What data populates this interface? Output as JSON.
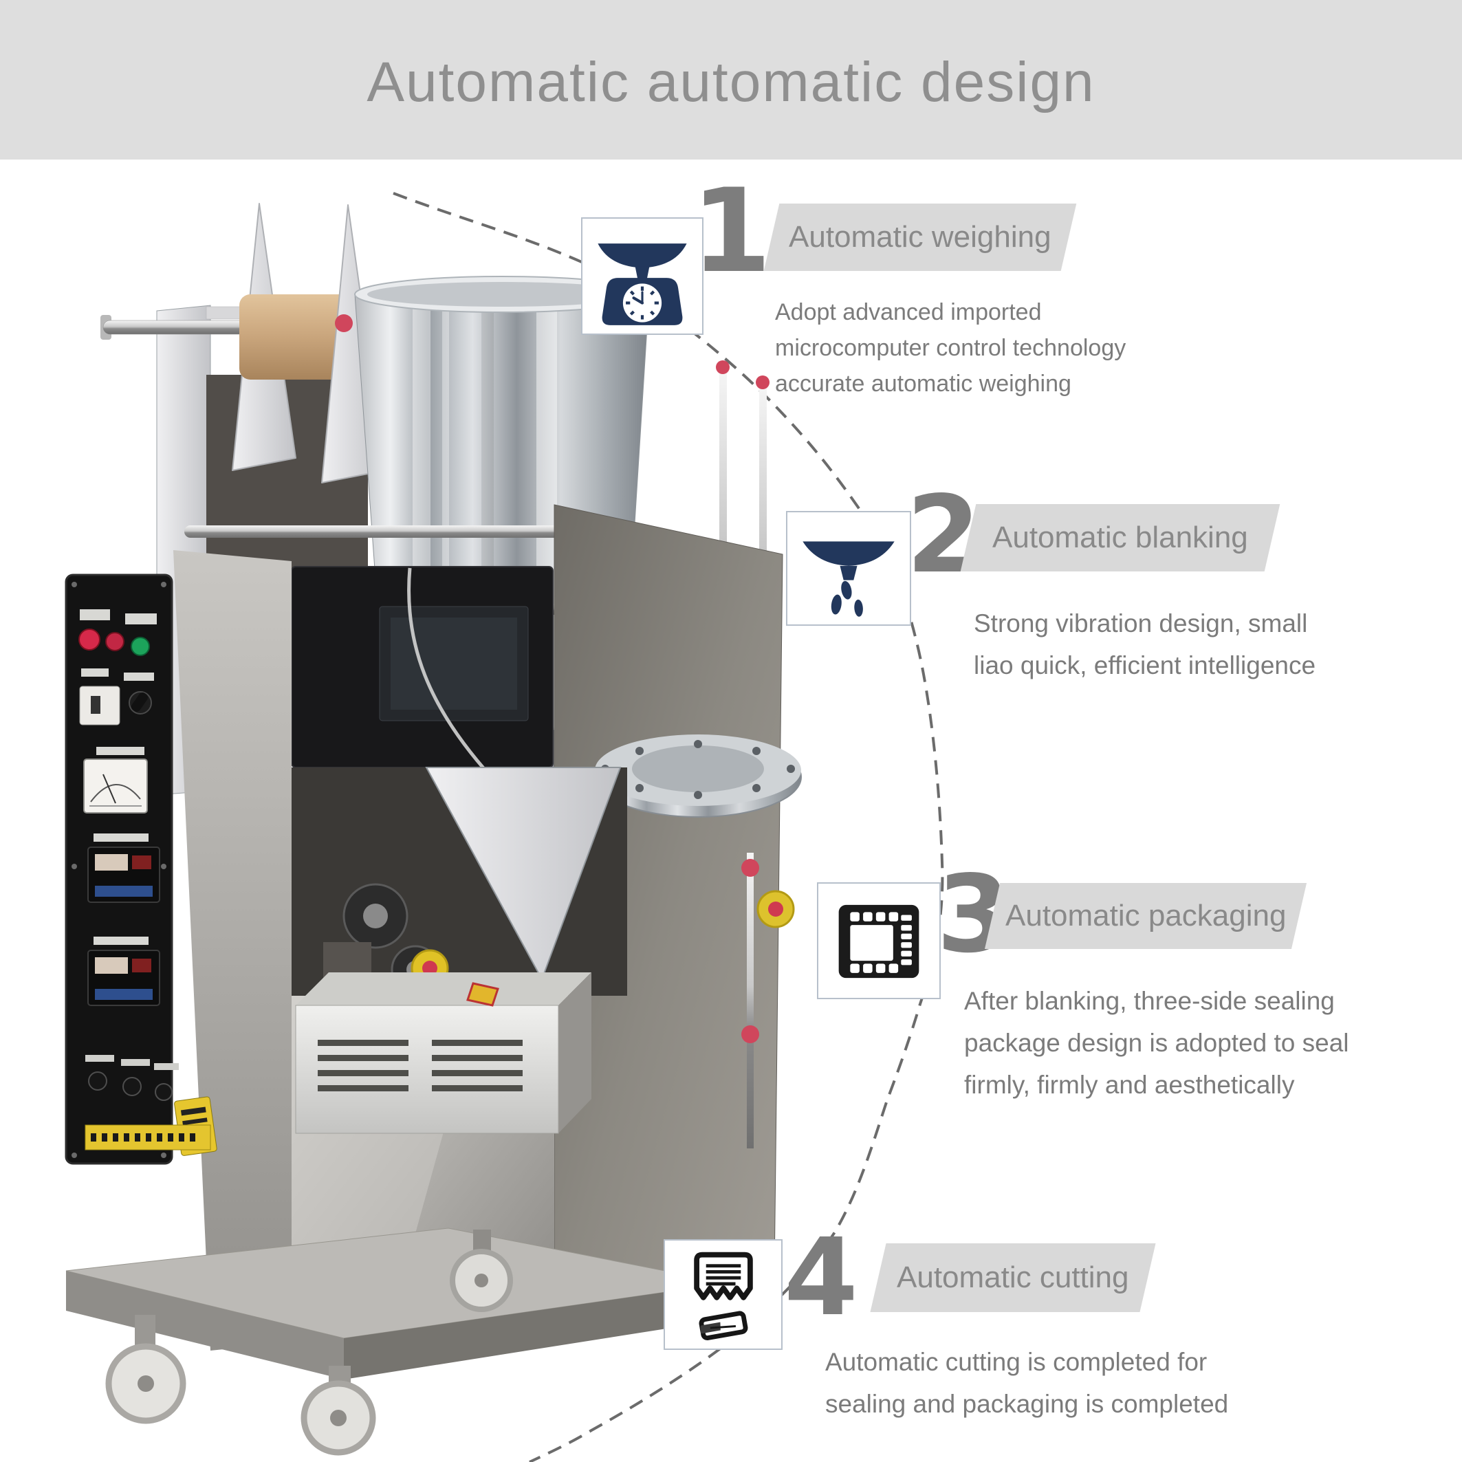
{
  "header": {
    "title": "Automatic automatic design"
  },
  "steps": [
    {
      "number": "1",
      "label": "Automatic weighing",
      "icon": "scale-icon",
      "description": [
        "Adopt advanced imported",
        "microcomputer control technology",
        "accurate automatic weighing"
      ]
    },
    {
      "number": "2",
      "label": "Automatic blanking",
      "icon": "funnel-drops-icon",
      "description": [
        "Strong vibration design, small",
        "liao quick, efficient intelligence"
      ]
    },
    {
      "number": "3",
      "label": "Automatic packaging",
      "icon": "film-package-icon",
      "description": [
        "After blanking, three-side sealing",
        "package design is adopted to seal",
        "firmly, firmly and aesthetically"
      ]
    },
    {
      "number": "4",
      "label": "Automatic cutting",
      "icon": "receipt-cut-icon",
      "description": [
        "Automatic cutting is completed for",
        "sealing and packaging is completed"
      ]
    }
  ],
  "colors": {
    "header_bg": "#dedede",
    "banner_bg": "#d9d9d9",
    "number_gray": "#7d7d7d",
    "label_gray": "#898989",
    "text_gray": "#7b7b7b",
    "icon_navy": "#22375c",
    "icon_black": "#1b1b1b",
    "dash_gray": "#6b6b6b",
    "icon_box_border": "#b7c0cb",
    "red_knob": "#d0465c",
    "yellow_label": "#e4c52f"
  }
}
